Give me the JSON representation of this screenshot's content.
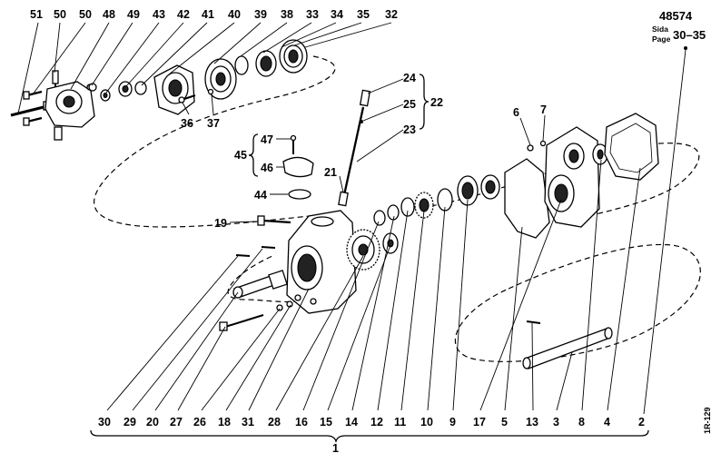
{
  "header": {
    "doc_number": "48574",
    "sida_label": "Sida",
    "page_label": "Page",
    "page_range": "30–35"
  },
  "assembly_label": "1",
  "group_labels": {
    "g22": "22",
    "g45": "45"
  },
  "top_labels": [
    "51",
    "50",
    "50",
    "48",
    "49",
    "43",
    "42",
    "41",
    "40",
    "39",
    "38",
    "33",
    "34",
    "35",
    "32"
  ],
  "bottom_labels": [
    "30",
    "29",
    "20",
    "27",
    "26",
    "18",
    "31",
    "28",
    "16",
    "15",
    "14",
    "12",
    "11",
    "10",
    "9",
    "17",
    "5",
    "13",
    "3",
    "8",
    "4",
    "2"
  ],
  "inline_labels": {
    "l36": "36",
    "l37": "37",
    "l24": "24",
    "l25": "25",
    "l23": "23",
    "l21": "21",
    "l47": "47",
    "l46": "46",
    "l44": "44",
    "l19": "19",
    "l6": "6",
    "l7": "7"
  },
  "drawing_code": "1R-129"
}
